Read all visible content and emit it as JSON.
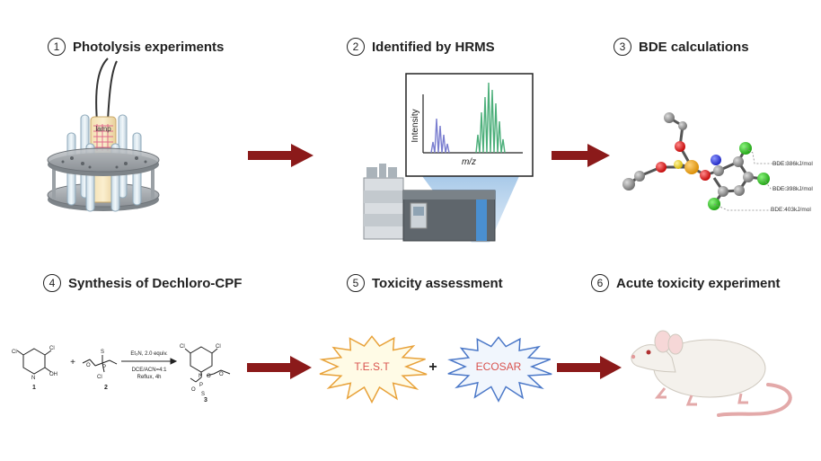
{
  "steps": [
    {
      "num": "1",
      "title": "Photolysis experiments"
    },
    {
      "num": "2",
      "title": "Identified by HRMS"
    },
    {
      "num": "3",
      "title": "BDE calculations"
    },
    {
      "num": "4",
      "title": "Synthesis of Dechloro-CPF"
    },
    {
      "num": "5",
      "title": "Toxicity assessment"
    },
    {
      "num": "6",
      "title": "Acute toxicity experiment"
    }
  ],
  "photolysis": {
    "lamp_label": "lamp"
  },
  "hrms": {
    "y_label": "Intensity",
    "x_label": "m/z"
  },
  "bde": {
    "values": [
      "BDE:386kJ/mol",
      "BDE:398kJ/mol",
      "BDE:403kJ/mol"
    ]
  },
  "synthesis": {
    "reagents": "Et₃N, 2.0 equiv.",
    "solvent": "DCE/ACN=4:1",
    "conditions": "Reflux, 4h",
    "compound_labels": [
      "1",
      "2",
      "3"
    ],
    "plus": "+"
  },
  "toxicity": {
    "tool1": "T.E.S.T",
    "tool2": "ECOSAR",
    "plus": "+"
  },
  "colors": {
    "arrow": "#8b1a1a",
    "star_text": "#d9534f",
    "hrms_blue": "#7b7fd0",
    "hrms_green": "#4caf7a"
  }
}
